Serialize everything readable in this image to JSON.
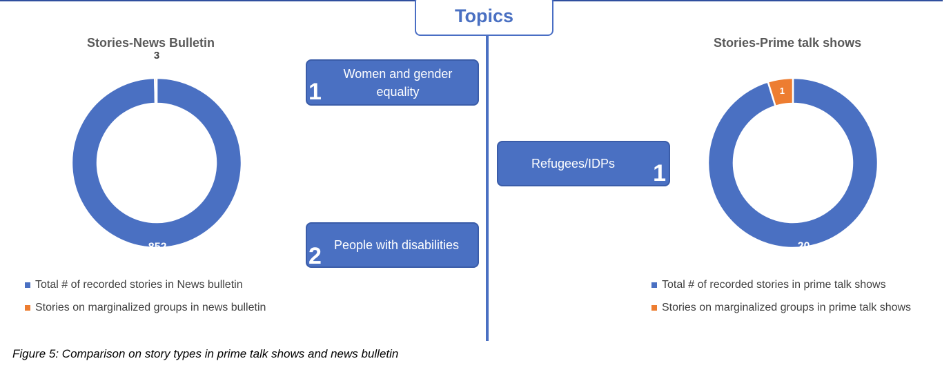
{
  "header": {
    "topics_label": "Topics"
  },
  "chart_data": [
    {
      "type": "pie",
      "subtype": "donut",
      "title": "Stories-News Bulletin",
      "categories": [
        "Total # of recorded stories in News bulletin",
        "Stories on marginalized groups in news bulletin"
      ],
      "values": [
        852,
        3
      ],
      "value_labels": [
        "852",
        "3"
      ],
      "colors": [
        "#4a70c2",
        "#ed7d31"
      ],
      "legend_position": "bottom"
    },
    {
      "type": "pie",
      "subtype": "donut",
      "title": "Stories-Prime talk shows",
      "categories": [
        "Total # of recorded stories in prime talk shows",
        "Stories on marginalized groups in prime talk shows"
      ],
      "values": [
        20,
        1
      ],
      "value_labels": [
        "20",
        "1"
      ],
      "colors": [
        "#4a70c2",
        "#ed7d31"
      ],
      "legend_position": "bottom"
    }
  ],
  "topics": [
    {
      "label": "Women and gender equality",
      "count": "1",
      "side": "news bulletin"
    },
    {
      "label": "People with disabilities",
      "count": "2",
      "side": "news bulletin"
    },
    {
      "label": "Refugees/IDPs",
      "count": "1",
      "side": "prime talk shows"
    }
  ],
  "colors": {
    "primary": "#4a70c2",
    "accent": "#ed7d31",
    "line": "#2f4f9e"
  },
  "caption": "Figure 5: Comparison on story types in prime talk shows and news bulletin"
}
